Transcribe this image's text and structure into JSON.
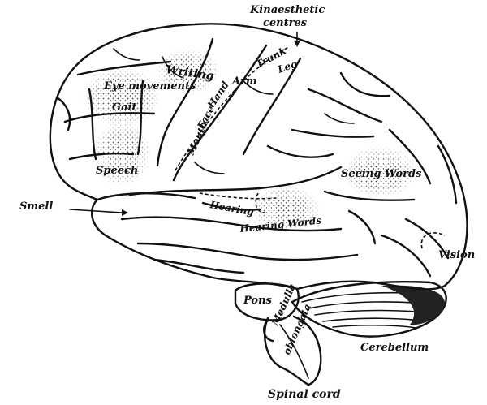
{
  "labels": {
    "kinaesthetic_1": "Kinaesthetic",
    "kinaesthetic_2": "centres",
    "writing": "Writing",
    "eye_movements": "Eye movements",
    "gait": "Gait",
    "trunk": "Trunk",
    "leg": "Leg",
    "arm": "Arm",
    "hand": "Hand",
    "face": "Face",
    "mouth": "Mouth",
    "speech": "Speech",
    "seeing_words": "Seeing Words",
    "smell": "Smell",
    "hearing": "Hearing",
    "hearing_words": "Hearing Words",
    "vision": "Vision",
    "pons": "Pons",
    "medulla_1": "Medulla",
    "medulla_2": "oblongata",
    "cerebellum": "Cerebellum",
    "spinal_cord": "Spinal cord"
  }
}
